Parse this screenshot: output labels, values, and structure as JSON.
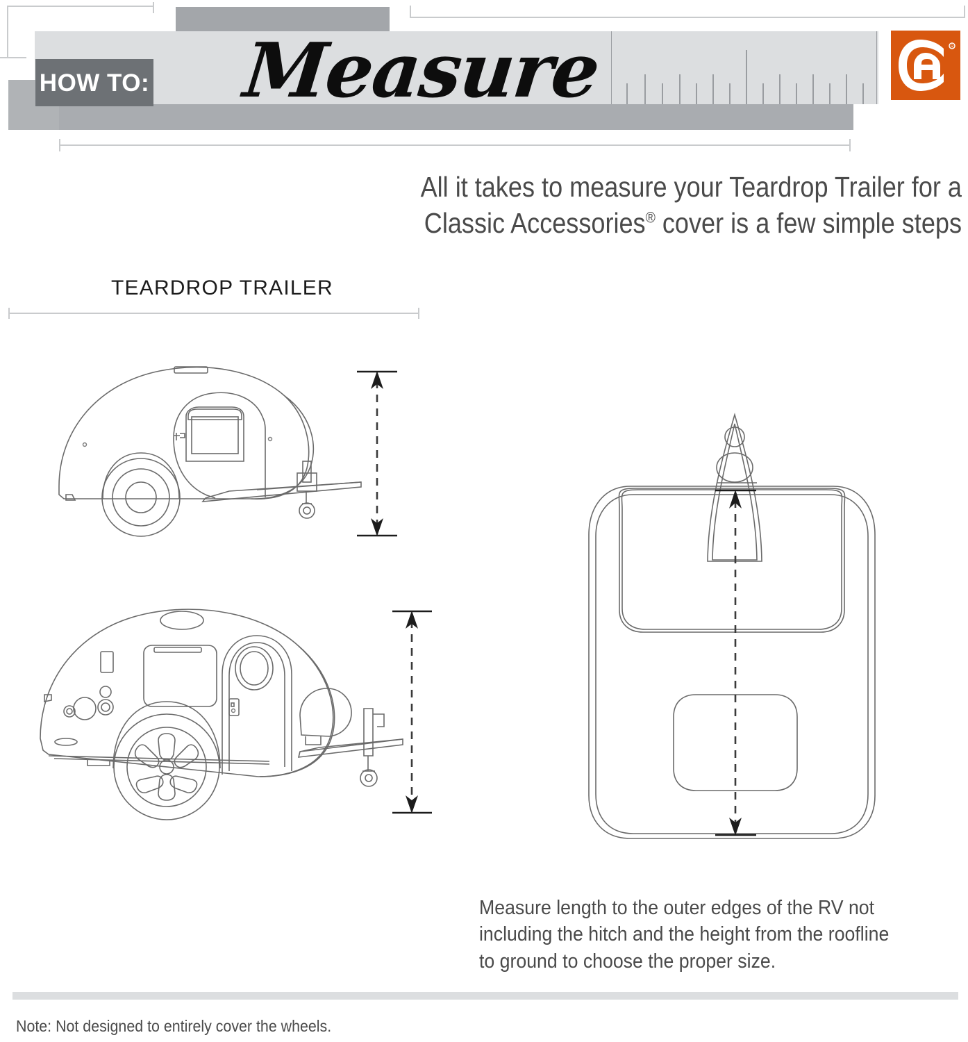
{
  "header": {
    "howto_label": "HOW TO:",
    "title_script": "Measure",
    "logo_name": "classic-accessories-ca-monogram",
    "brand_orange": "#d8570f",
    "band_light": "#dcdee0",
    "band_mid": "#a9acb0",
    "band_dark": "#6d7175",
    "ruler_tick_color": "#9a9da1",
    "bracket_color": "#c9cbcd"
  },
  "subtitle": {
    "line1": "All it takes to measure your Teardrop Trailer for a",
    "line2_pre": "Classic Accessories",
    "line2_reg": "®",
    "line2_post": " cover is a few simple steps"
  },
  "section": {
    "label": "TEARDROP TRAILER"
  },
  "diagrams": {
    "side_view_upper": "teardrop-trailer-side-view-simple",
    "side_view_lower": "teardrop-trailer-side-view-detailed",
    "top_view": "teardrop-trailer-top-view",
    "height_dimension_upper": "height-dimension-arrow",
    "height_dimension_lower": "height-dimension-arrow",
    "length_dimension_top": "length-dimension-arrow",
    "line_color": "#4a4a4a",
    "dimension_color": "#1c1c1c"
  },
  "bottom_caption": {
    "line1": "Measure length to the outer edges of the RV not",
    "line2": "including the hitch and the height from the roofline",
    "line3": "to ground to choose the proper size."
  },
  "footer": {
    "note": "Note: Not designed to entirely cover the wheels.",
    "bar_color": "#dcdee0"
  }
}
